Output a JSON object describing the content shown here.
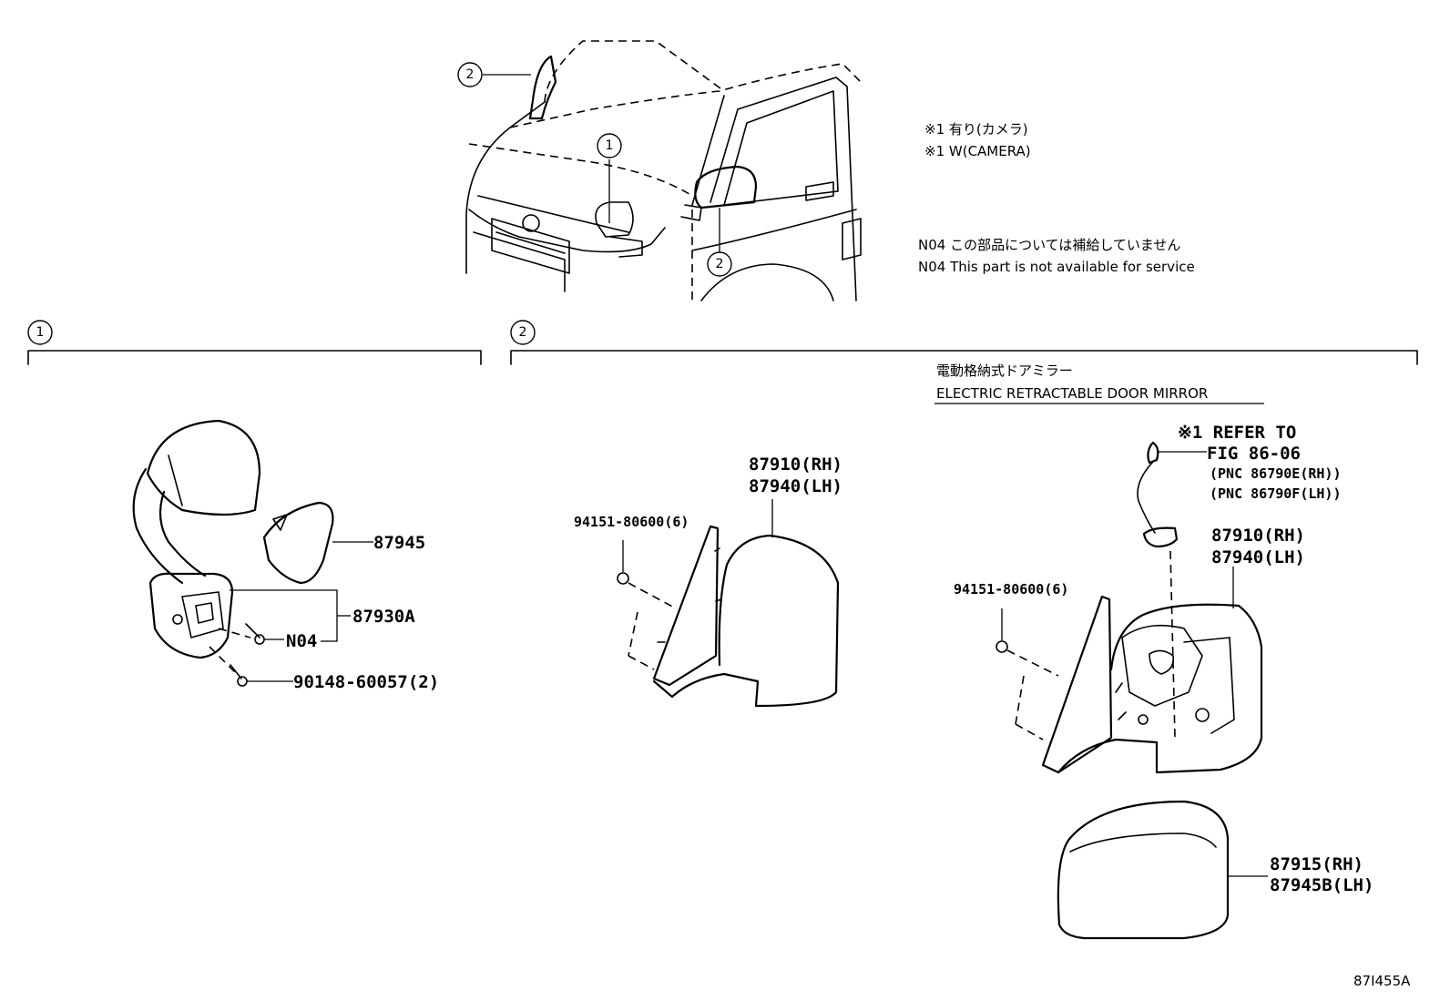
{
  "notes": {
    "camera_jp": "※1 有り(カメラ)",
    "camera_en": "※1 W(CAMERA)",
    "n04_jp": "N04 この部品については補給していません",
    "n04_en": "N04 This part is not available for service"
  },
  "callouts": {
    "one": "1",
    "two": "2"
  },
  "section1": {
    "parts": {
      "cover": "87945",
      "assembly": "87930A",
      "n04": "N04",
      "screw": "90148-60057(2)"
    }
  },
  "section2": {
    "title_jp": "電動格納式ドアミラー",
    "title_en": "ELECTRIC RETRACTABLE DOOR MIRROR",
    "left": {
      "nut": "94151-80600(6)",
      "mirror_rh": "87910(RH)",
      "mirror_lh": "87940(LH)"
    },
    "right": {
      "refer_line1": "※1 REFER TO",
      "refer_line2": "FIG 86-06",
      "pnc_rh": "(PNC 86790E(RH))",
      "pnc_lh": "(PNC 86790F(LH))",
      "nut": "94151-80600(6)",
      "mirror_rh": "87910(RH)",
      "mirror_lh": "87940(LH)",
      "cover_rh": "87915(RH)",
      "cover_lh": "87945B(LH)"
    }
  },
  "figure_id": "87I455A"
}
